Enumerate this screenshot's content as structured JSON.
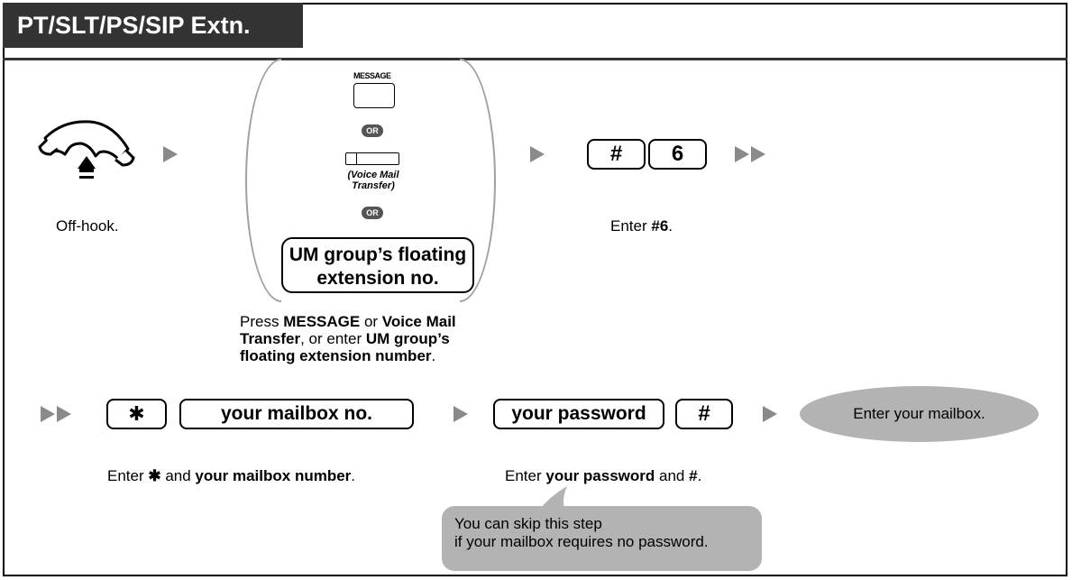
{
  "header": {
    "title": "PT/SLT/PS/SIP Extn."
  },
  "steps": {
    "offhook_caption": "Off-hook.",
    "message_key_label": "MESSAGE",
    "or_label": "OR",
    "voice_mail_transfer_label_1": "(Voice Mail",
    "voice_mail_transfer_label_2": "Transfer)",
    "um_group_key_line1": "UM group’s floating",
    "um_group_key_line2": "extension no.",
    "press_caption": {
      "p1": "Press ",
      "b1": "MESSAGE",
      "p2": " or ",
      "b2": "Voice Mail",
      "b3": "Transfer",
      "p3": ", or enter ",
      "b4": "UM group’s",
      "b5": "floating extension number",
      "p4": "."
    },
    "hash_key": "#",
    "six_key": "6",
    "enter6_caption": {
      "p1": "Enter ",
      "b1": "#6",
      "p2": "."
    },
    "star_key": "✱",
    "mailbox_key": "your mailbox no.",
    "mailbox_caption": {
      "p1": "Enter ",
      "star": "✱",
      "p2": " and ",
      "b1": "your mailbox number",
      "p3": "."
    },
    "password_key": "your password",
    "hash_key_2": "#",
    "password_caption": {
      "p1": "Enter ",
      "b1": "your password",
      "p2": " and ",
      "b2": "#",
      "p3": "."
    },
    "result_label": "Enter your mailbox.",
    "note_line1": "You can skip this step",
    "note_line2": "if your mailbox requires no password."
  },
  "colors": {
    "header_bg": "#333333",
    "arrow": "#8a8a8a",
    "bubble": "#b3b3b3"
  },
  "icons": [
    "handset-offhook-icon",
    "arrow-right-icon",
    "double-arrow-right-icon"
  ]
}
